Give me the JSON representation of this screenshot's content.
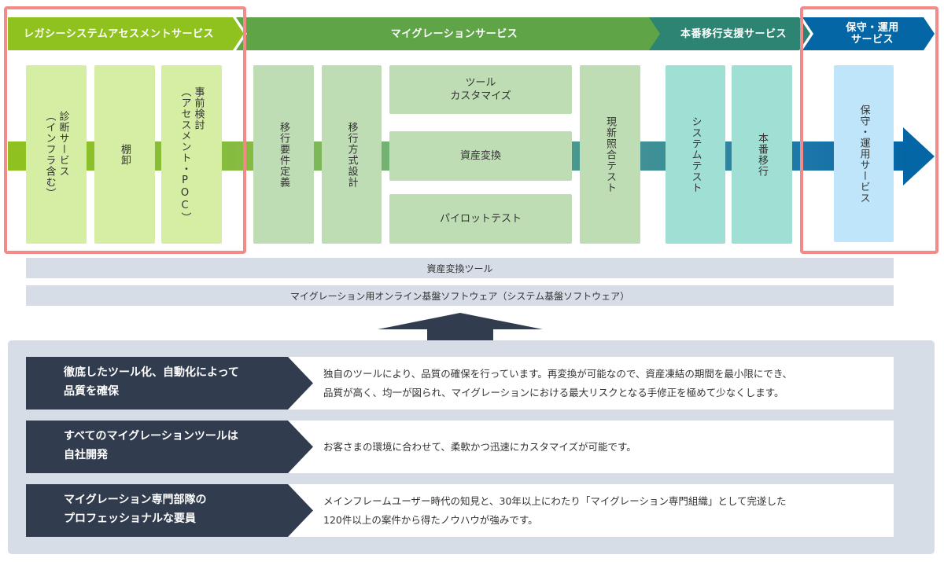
{
  "stages": [
    {
      "label": "レガシーシステムアセスメントサービス",
      "color": "#8fc11f"
    },
    {
      "label": "マイグレーションサービス",
      "color": "#5fa547"
    },
    {
      "label": "本番移行支援サービス",
      "color": "#2e8472"
    },
    {
      "label_line1": "保守・運用",
      "label_line2": "サービス",
      "color": "#0566a6"
    }
  ],
  "steps": {
    "assessment": [
      {
        "label": "診断サービス\n（インフラ含む）"
      },
      {
        "label": "棚卸"
      },
      {
        "label": "事前検討\n（アセスメント・POC）"
      }
    ],
    "migration": [
      {
        "label": "移行要件定義"
      },
      {
        "label": "移行方式設計"
      },
      {
        "label": "ツール\nカスタマイズ"
      },
      {
        "label": "資産変換"
      },
      {
        "label": "パイロットテスト"
      },
      {
        "label": "現新照合テスト"
      }
    ],
    "cutover": [
      {
        "label": "システムテスト"
      },
      {
        "label": "本番移行"
      }
    ],
    "operation": [
      {
        "label": "保守・運用サービス"
      }
    ]
  },
  "tools": {
    "conversion_tool": "資産変換ツール",
    "platform_software": "マイグレーション用オンライン基盤ソフトウェア（システム基盤ソフトウェア）"
  },
  "strengths": [
    {
      "title": "徹底したツール化、自動化によって\n品質を確保",
      "description": "独自のツールにより、品質の確保を行っています。再変換が可能なので、資産凍結の期間を最小限にでき、\n品質が高く、均一が図られ、マイグレーションにおける最大リスクとなる手修正を極めて少なくします。"
    },
    {
      "title": "すべてのマイグレーションツールは\n自社開発",
      "description": "お客さまの環境に合わせて、柔軟かつ迅速にカスタマイズが可能です。"
    },
    {
      "title": "マイグレーション専門部隊の\nプロフェッショナルな要員",
      "description": "メインフレームユーザー時代の知見と、30年以上にわたり「マイグレーション専門組織」として完遂した\n120件以上の案件から得たノウハウが強みです。"
    }
  ],
  "colors": {
    "highlight": "#f28a8a",
    "dark_navy": "#313c4e",
    "panel_bg": "#d7dde6"
  }
}
